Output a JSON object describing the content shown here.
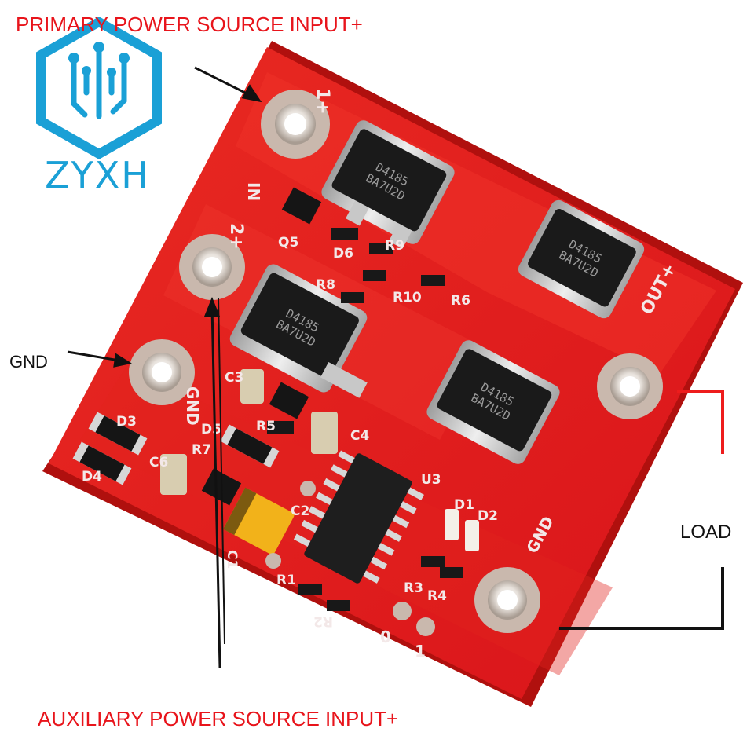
{
  "callouts": {
    "primary_input": "PRIMARY POWER SOURCE INPUT+",
    "auxiliary_input": "AUXILIARY POWER SOURCE INPUT+",
    "gnd": "GND",
    "load": "LOAD"
  },
  "logo": {
    "text": "ZYXH"
  },
  "board_silkscreen": {
    "in1": "1+",
    "in2": "2+",
    "gnd_left": "GND",
    "out": "OUT+",
    "gnd_right": "GND",
    "in_label": "IN",
    "q5": "Q5",
    "d6": "D6",
    "r9": "R9",
    "r8": "R8",
    "r10": "R10",
    "r6": "R6",
    "c3": "C3",
    "r5": "R5",
    "c4": "C4",
    "d5": "D5",
    "d3": "D3",
    "d4": "D4",
    "r7": "R7",
    "c6": "C6",
    "c2": "C2",
    "c1": "C1",
    "u3": "U3",
    "d1": "D1",
    "d2": "D2",
    "r1": "R1",
    "r2": "R2",
    "r3": "R3",
    "r4": "R4",
    "pin0": "0",
    "pin1": "1",
    "mosfet_marking": "D4185\nBA7U2D"
  },
  "colors": {
    "board": "#e41e1a",
    "callout_red": "#e8141b",
    "logo_blue": "#1aa0d6",
    "text_dark": "#111111"
  }
}
